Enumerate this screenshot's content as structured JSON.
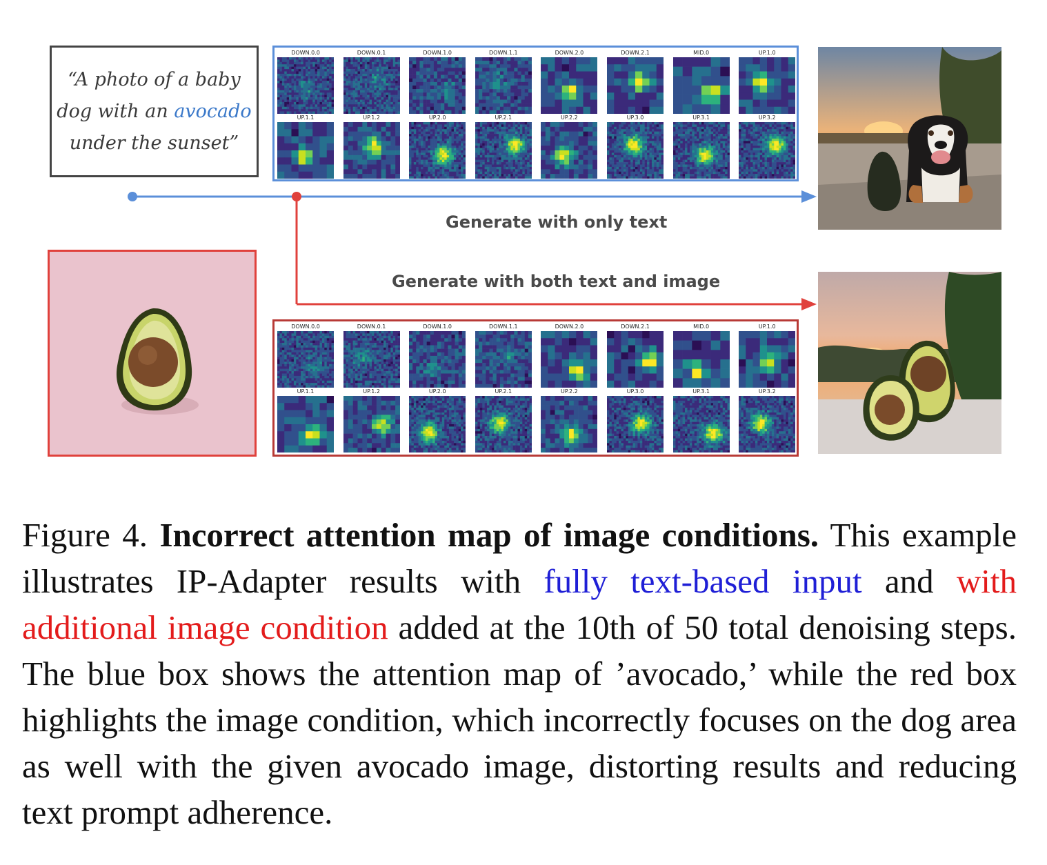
{
  "prompt": {
    "open_quote": "“",
    "text_before": "A photo of a baby dog with an ",
    "highlight": "avocado",
    "text_after": " under the sunset",
    "close_quote": "”"
  },
  "flows": {
    "text_only_label": "Generate with only text",
    "text_image_label": "Generate with both text and image"
  },
  "layer_labels": [
    "DOWN.0.0",
    "DOWN.0.1",
    "DOWN.1.0",
    "DOWN.1.1",
    "DOWN.2.0",
    "DOWN.2.1",
    "MID.0",
    "UP.1.0",
    "UP.1.1",
    "UP.1.2",
    "UP.2.0",
    "UP.2.1",
    "UP.2.2",
    "UP.3.0",
    "UP.3.1",
    "UP.3.2"
  ],
  "colors": {
    "text_condition": "#5b8fd9",
    "image_condition": "#e0413c",
    "image_panel_border": "#b83a36",
    "caption_blue": "#1f1fd6",
    "caption_red": "#e31b1b"
  },
  "caption": {
    "label": "Figure 4.",
    "title": "Incorrect attention map of image conditions.",
    "p1": " This example illustrates IP-Adapter results with ",
    "blue_text": "fully text-based input",
    "p2": " and ",
    "red_text": "with additional image condition",
    "p3": " added at the 10th of 50 total denoising steps.  The blue box shows the attention map of ’avocado,’ while the red box highlights the image condition, which incorrectly focuses on the dog area as well with the given avocado image, distorting results and reducing text prompt adherence."
  }
}
